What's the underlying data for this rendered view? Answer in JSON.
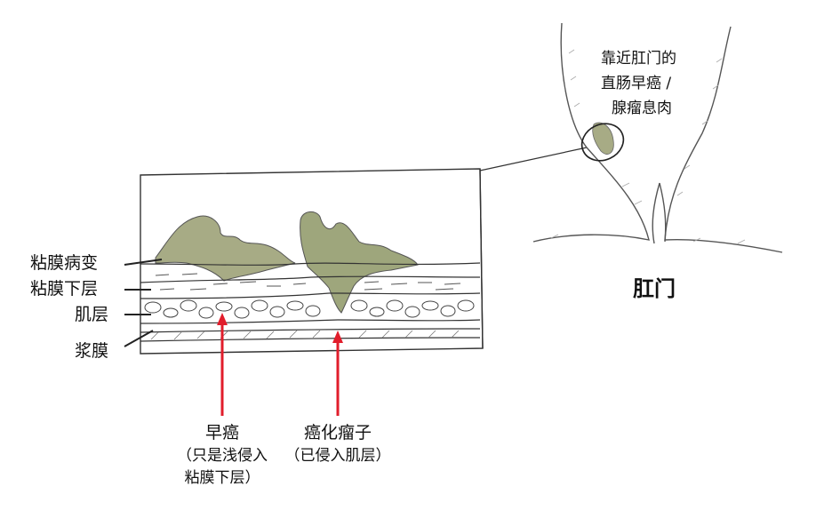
{
  "labels": {
    "mucosa_lesion": "粘膜病变",
    "submucosa": "粘膜下层",
    "muscle": "肌层",
    "serosa": "浆膜",
    "early_cancer": "早癌",
    "early_cancer_note_1": "（只是浅侵入",
    "early_cancer_note_2": "粘膜下层）",
    "cancerous_tumor": "癌化瘤子",
    "cancerous_tumor_note": "（已侵入肌层）",
    "callout_1": "靠近肛门的",
    "callout_2": "直肠早癌 /",
    "callout_3": "腺瘤息肉",
    "anus": "肛门"
  },
  "colors": {
    "arrow": "#e11d2b",
    "lesion": "#a8ad86",
    "line": "#333333"
  }
}
